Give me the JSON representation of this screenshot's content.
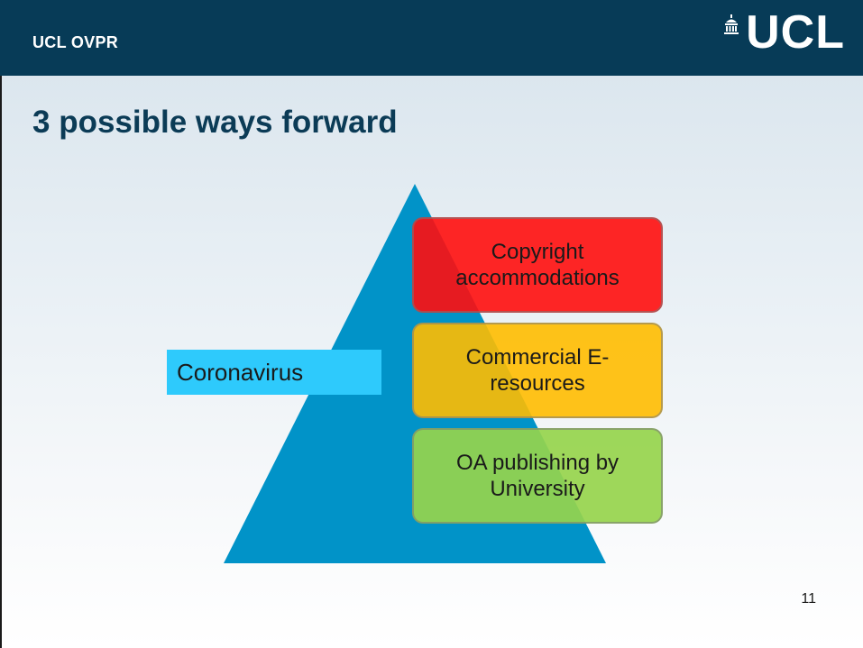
{
  "header": {
    "label": "UCL OVPR",
    "logo_text": "UCL"
  },
  "title": "3 possible ways forward",
  "diagram": {
    "shape": "triangle",
    "triangle_color": "#0193c8",
    "category_label": "Coronavirus",
    "items": [
      {
        "text": "Copyright accommodations",
        "color": "#ff0e0e"
      },
      {
        "text": "Commercial E-resources",
        "color": "#ffbc00"
      },
      {
        "text": "OA publishing by University",
        "color": "#96d44c"
      }
    ]
  },
  "footer": {
    "page_number": "11"
  },
  "colors": {
    "header_bg": "#073b57",
    "title": "#0b3b56",
    "label_bg": "#2ecafc"
  }
}
